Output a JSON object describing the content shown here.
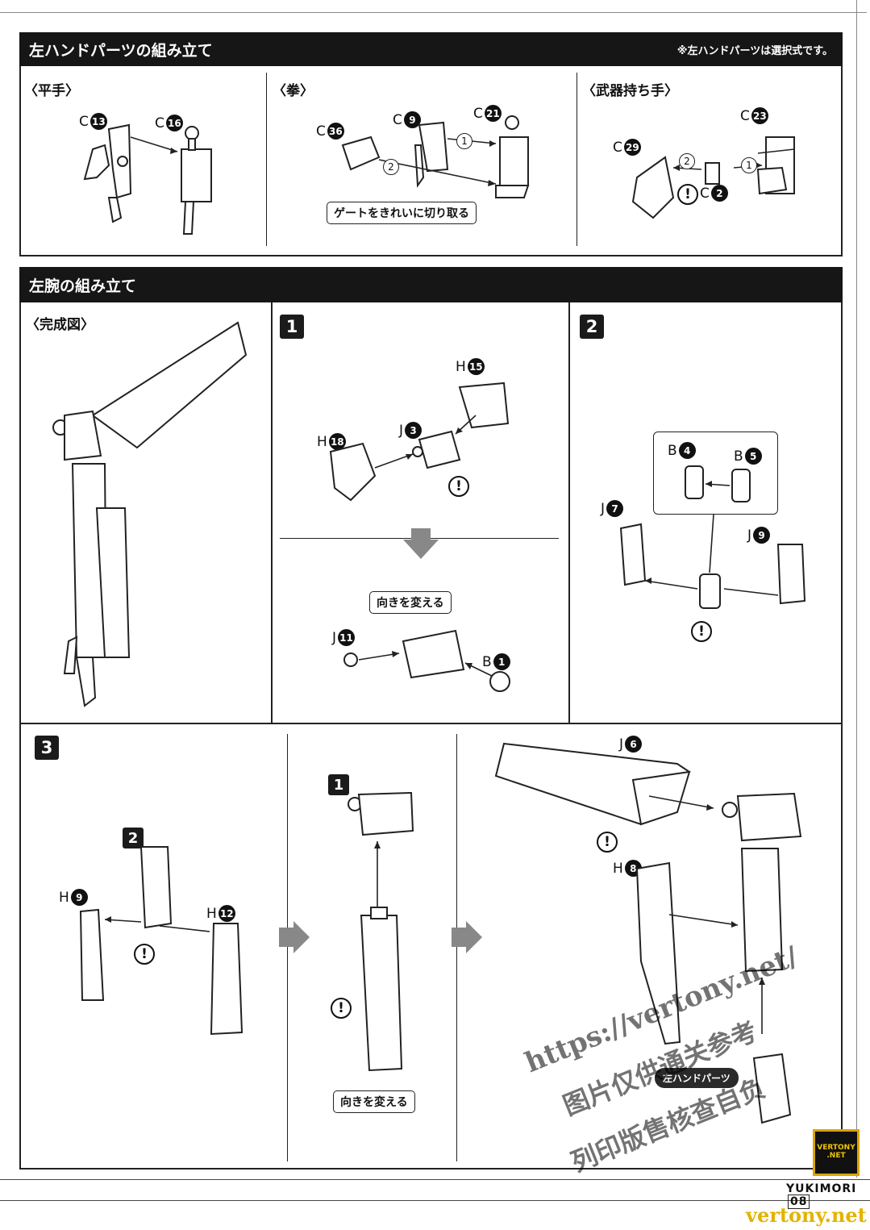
{
  "hand_section": {
    "title": "左ハンドパーツの組み立て",
    "note": "※左ハンドパーツは選択式です。",
    "panels": [
      {
        "subtitle": "〈平手〉",
        "parts": [
          {
            "letter": "C",
            "num": "13"
          },
          {
            "letter": "C",
            "num": "16"
          }
        ]
      },
      {
        "subtitle": "〈拳〉",
        "parts": [
          {
            "letter": "C",
            "num": "36"
          },
          {
            "letter": "C",
            "num": "9"
          },
          {
            "letter": "C",
            "num": "21"
          }
        ],
        "steps": [
          "1",
          "2"
        ],
        "callout": "ゲートをきれいに切り取る"
      },
      {
        "subtitle": "〈武器持ち手〉",
        "parts": [
          {
            "letter": "C",
            "num": "23"
          },
          {
            "letter": "C",
            "num": "29"
          },
          {
            "letter": "C",
            "num": "2"
          }
        ],
        "steps": [
          "1",
          "2"
        ]
      }
    ]
  },
  "arm_section": {
    "title": "左腕の組み立て",
    "complete": {
      "subtitle": "〈完成図〉"
    },
    "step1": {
      "number": "1",
      "parts": [
        {
          "letter": "H",
          "num": "15"
        },
        {
          "letter": "H",
          "num": "18"
        },
        {
          "letter": "J",
          "num": "3"
        },
        {
          "letter": "J",
          "num": "11"
        },
        {
          "letter": "B",
          "num": "1"
        }
      ],
      "callout": "向きを変える"
    },
    "step2": {
      "number": "2",
      "parts": [
        {
          "letter": "B",
          "num": "4"
        },
        {
          "letter": "B",
          "num": "5"
        },
        {
          "letter": "J",
          "num": "7"
        },
        {
          "letter": "J",
          "num": "9"
        }
      ]
    },
    "step3": {
      "number": "3",
      "sub_steps": [
        "2",
        "1"
      ],
      "parts": [
        {
          "letter": "H",
          "num": "9"
        },
        {
          "letter": "H",
          "num": "12"
        },
        {
          "letter": "J",
          "num": "6"
        },
        {
          "letter": "H",
          "num": "8"
        }
      ],
      "callout": "向きを変える",
      "hand_label": "左ハンドパーツ"
    }
  },
  "warning_symbol": "!",
  "footer": {
    "brand": "YUKIMORI",
    "page": "08"
  },
  "watermark": {
    "url": "https://vertony.net/",
    "line2": "图片仅供通关参考",
    "line3": "列印版售核查自负",
    "bottom": "vertony.net",
    "logo_top": "VERTONY",
    "logo_bottom": ".NET"
  }
}
